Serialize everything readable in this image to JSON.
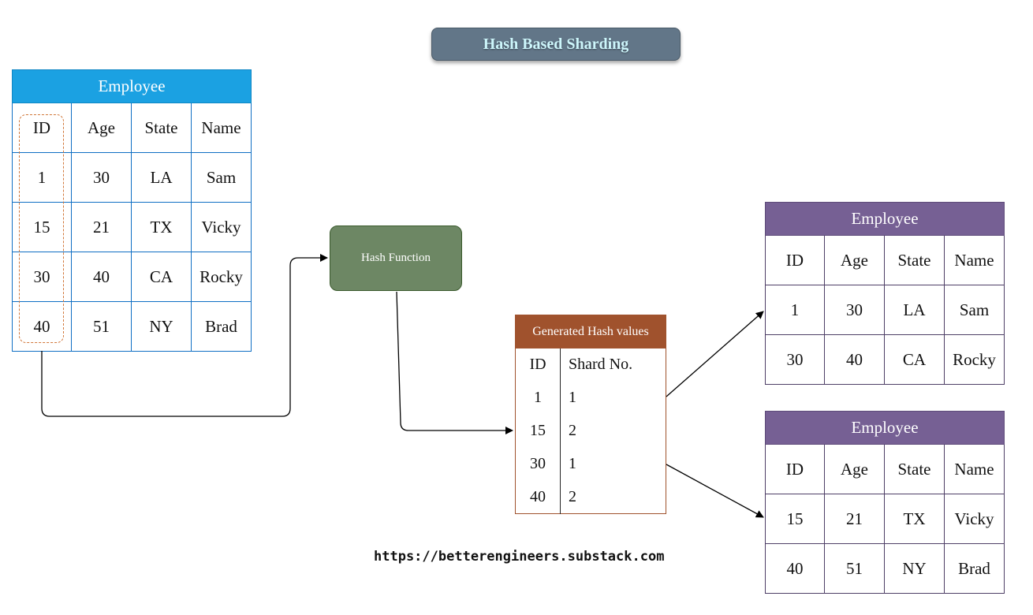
{
  "title": "Hash Based Sharding",
  "source_table": {
    "title": "Employee",
    "columns": [
      "ID",
      "Age",
      "State",
      "Name"
    ],
    "rows": [
      [
        "1",
        "30",
        "LA",
        "Sam"
      ],
      [
        "15",
        "21",
        "TX",
        "Vicky"
      ],
      [
        "30",
        "40",
        "CA",
        "Rocky"
      ],
      [
        "40",
        "51",
        "NY",
        "Brad"
      ]
    ]
  },
  "hash_function": {
    "label": "Hash Function"
  },
  "hash_values": {
    "title": "Generated Hash values",
    "columns": [
      "ID",
      "Shard No."
    ],
    "rows": [
      [
        "1",
        "1"
      ],
      [
        "15",
        "2"
      ],
      [
        "30",
        "1"
      ],
      [
        "40",
        "2"
      ]
    ]
  },
  "shard_tables": [
    {
      "title": "Employee",
      "columns": [
        "ID",
        "Age",
        "State",
        "Name"
      ],
      "rows": [
        [
          "1",
          "30",
          "LA",
          "Sam"
        ],
        [
          "30",
          "40",
          "CA",
          "Rocky"
        ]
      ]
    },
    {
      "title": "Employee",
      "columns": [
        "ID",
        "Age",
        "State",
        "Name"
      ],
      "rows": [
        [
          "15",
          "21",
          "TX",
          "Vicky"
        ],
        [
          "40",
          "51",
          "NY",
          "Brad"
        ]
      ]
    }
  ],
  "footer": {
    "url": "https://betterengineers.substack.com"
  },
  "colors": {
    "title_bg": "#627688",
    "title_text": "#cdf6fb",
    "source_header": "#1ba1e2",
    "hash_function_bg": "#6d8764",
    "hash_values_header": "#a0522d",
    "shard_header": "#766094",
    "id_highlight": "#d1773a"
  }
}
